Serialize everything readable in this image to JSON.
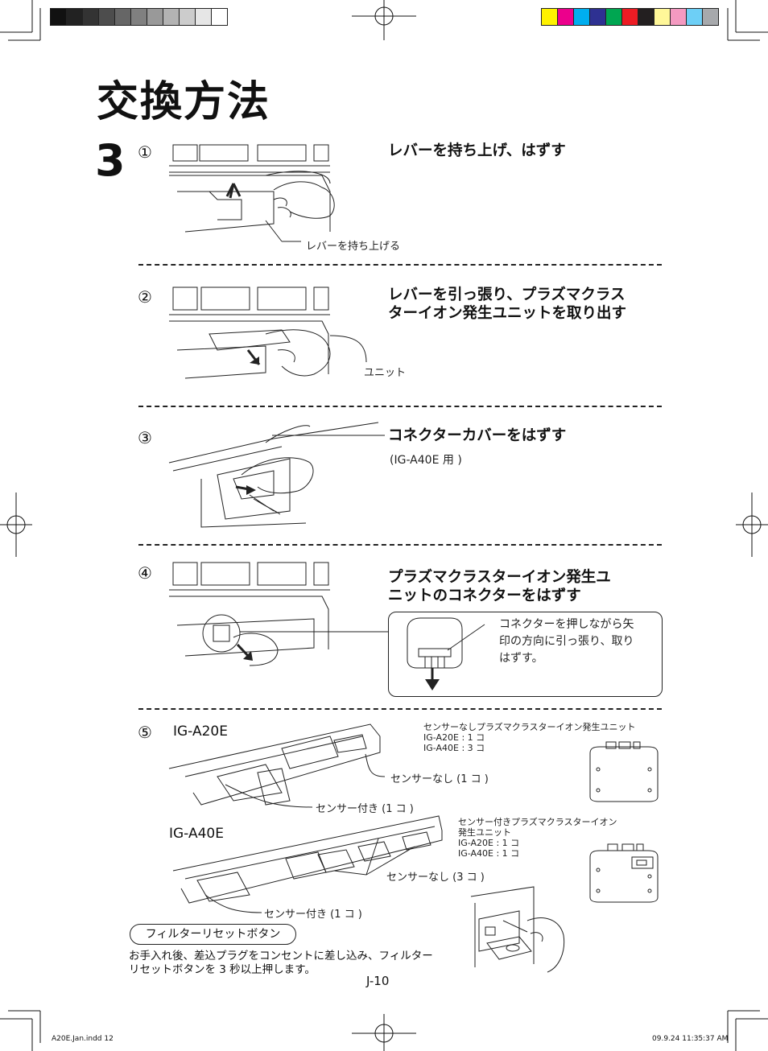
{
  "page_title": "交換方法",
  "step_number": "3",
  "substeps": [
    {
      "marker": "①",
      "heading": "レバーを持ち上げ、はずす",
      "callouts": [
        "レバーを持ち上げる"
      ]
    },
    {
      "marker": "②",
      "heading_line1": "レバーを引っ張り、プラズマクラス",
      "heading_line2": "ターイオン発生ユニットを取り出す",
      "callouts": [
        "ユニット"
      ]
    },
    {
      "marker": "③",
      "heading": "コネクターカバーをはずす",
      "note": "(IG-A40E 用 )"
    },
    {
      "marker": "④",
      "heading_line1": "プラズマクラスターイオン発生ユ",
      "heading_line2": "ニットのコネクターをはずす",
      "box_text": [
        "コネクターを押しながら矢",
        "印の方向に引っ張り、取り",
        "はずす。"
      ]
    },
    {
      "marker": "⑤",
      "model_a": "IG-A20E",
      "model_b": "IG-A40E",
      "callout_a_none": "センサーなし (1 コ )",
      "callout_a_with": "センサー付き (1 コ )",
      "callout_b_none": "センサーなし (3 コ )",
      "callout_b_with": "センサー付き (1 コ )",
      "unit_info_1": [
        "センサーなしプラズマクラスターイオン発生ユニット",
        "IG-A20E : 1 コ",
        "IG-A40E : 3 コ"
      ],
      "unit_info_2": [
        "センサー付きプラズマクラスターイオン",
        "発生ユニット",
        "IG-A20E : 1 コ",
        "IG-A40E : 1 コ"
      ]
    }
  ],
  "reset_section": {
    "label": "フィルターリセットボタン",
    "text_line1": "お手入れ後、差込プラグをコンセントに差し込み、フィルター",
    "text_line2": "リセットボタンを 3 秒以上押します。"
  },
  "page_number": "J-10",
  "footer_left": "A20E.Jan.indd   12",
  "footer_right": "09.9.24   11:35:37 AM",
  "colors": {
    "gray_bar": [
      "#111111",
      "#222222",
      "#333333",
      "#4d4d4d",
      "#666666",
      "#808080",
      "#999999",
      "#b3b3b3",
      "#cccccc",
      "#e6e6e6",
      "#ffffff"
    ],
    "color_bar": [
      "#fff200",
      "#ec008c",
      "#00aeef",
      "#2e3192",
      "#00a651",
      "#ed1c24",
      "#231f20",
      "#fff799",
      "#f49ac1",
      "#6dcff6",
      "#a7a9ac"
    ]
  }
}
